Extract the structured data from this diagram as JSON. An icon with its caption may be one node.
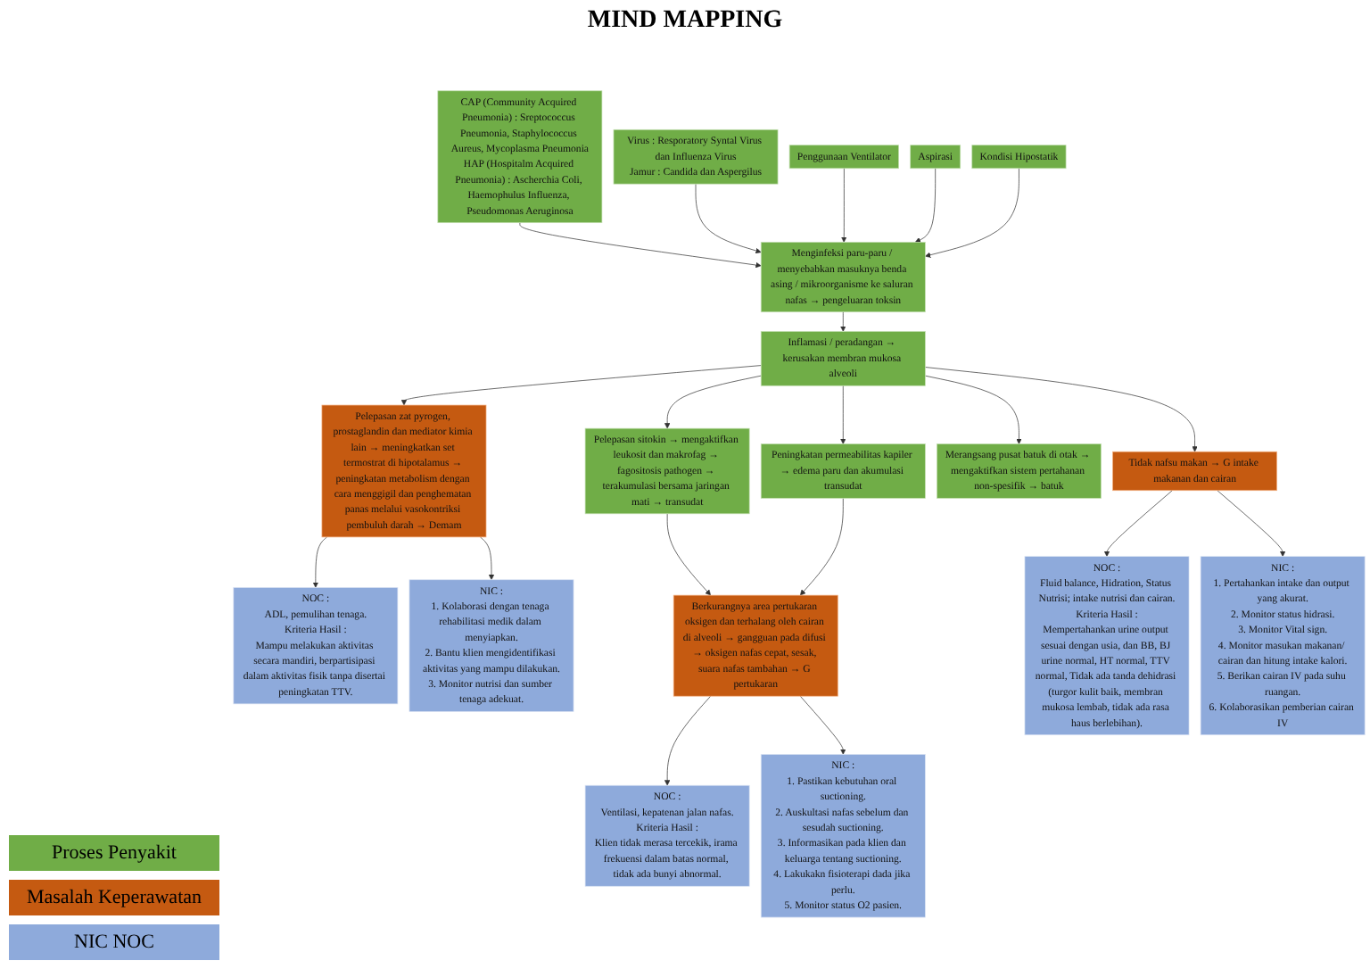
{
  "diagram": {
    "title": "MIND MAPPING",
    "nodes": [
      {
        "text": [
          "CAP (Community Acquired Pneumonia) : Sreptococcus Pneumonia, Staphylococcus Aureus, Mycoplasma Pneumonia",
          "HAP (Hospitalm Acquired Pneumonia) : Ascherchia Coli, Haemophulus Influenza, Pseudomonas Aeruginosa"
        ]
      },
      {
        "text": [
          "Virus : Resporatory Syntal Virus dan Influenza Virus",
          "Jamur : Candida dan Aspergilus"
        ]
      },
      {
        "text": [
          "Penggunaan Ventilator"
        ]
      },
      {
        "text": [
          "Aspirasi"
        ]
      },
      {
        "text": [
          "Kondisi Hipostatik"
        ]
      },
      {
        "text": [
          "Menginfeksi paru-paru / menyebabkan masuknya benda asing / mikroorganisme ke saluran nafas → pengeluaran toksin"
        ]
      },
      {
        "text": [
          "Inflamasi / peradangan → kerusakan membran mukosa alveoli"
        ]
      },
      {
        "text": [
          "NOC :",
          "ADL, pemulihan tenaga.",
          "Kriteria Hasil :",
          "Mampu melakukan aktivitas secara mandiri, berpartisipasi dalam aktivitas fisik tanpa disertai peningkatan TTV."
        ]
      },
      {
        "text": [
          "Pelepasan sitokin → mengaktifkan leukosit dan makrofag → fagositosis pathogen → terakumulasi bersama jaringan mati → transudat"
        ]
      },
      {
        "text": [
          "Peningkatan permeabilitas kapiler → edema paru dan akumulasi transudat"
        ]
      },
      {
        "text": [
          "Pelepasan zat pyrogen, prostaglandin dan mediator kimia lain → meningkatkan set termostrat di hipotalamus → peningkatan metabolism dengan cara menggigil dan penghematan panas melalui vasokontriksi pembuluh darah → Demam"
        ]
      },
      {
        "text": [
          "NIC :",
          "1. Kolaborasi dengan tenaga rehabilitasi medik dalam menyiapkan.",
          "2. Bantu klien mengidentifikasi aktivitas yang mampu dilakukan.",
          "3. Monitor nutrisi dan sumber tenaga adekuat."
        ]
      },
      {
        "text": [
          "Berkurangnya area pertukaran oksigen dan terhalang oleh cairan di alveoli → gangguan pada difusi → oksigen nafas cepat, sesak, suara nafas tambahan → G pertukaran"
        ]
      },
      {
        "text": [
          "Merangsang pusat batuk di otak → mengaktifkan sistem pertahanan non-spesifik → batuk"
        ]
      },
      {
        "text": [
          "Tidak nafsu makan → G intake makanan dan cairan"
        ]
      },
      {
        "text": [
          "NOC :",
          "Ventilasi, kepatenan jalan nafas.",
          "Kriteria Hasil :",
          "Klien tidak merasa tercekik, irama frekuensi dalam batas normal, tidak ada bunyi abnormal."
        ]
      },
      {
        "text": [
          "NIC :",
          "1. Pastikan kebutuhan oral suctioning.",
          "2. Auskultasi nafas sebelum dan sesudah suctioning.",
          "3. Informasikan pada klien dan keluarga tentang suctioning.",
          "4. Lakukakn fisioterapi dada jika perlu.",
          "5. Monitor status O2 pasien."
        ]
      },
      {
        "text": [
          "NOC :",
          "Fluid balance, Hidration, Status Nutrisi; intake nutrisi dan cairan.",
          "Kriteria Hasil :",
          "Mempertahankan urine output sesuai dengan usia, dan BB, BJ urine normal, HT normal, TTV normal, Tidak ada tanda dehidrasi (turgor kulit baik, membran mukosa lembab, tidak ada rasa haus berlebihan)."
        ]
      },
      {
        "text": [
          "NIC :",
          "1. Pertahankan intake dan output yang akurat.",
          "2. Monitor status hidrasi.",
          "3. Monitor Vital sign.",
          "4. Monitor masukan makanan/ cairan dan hitung intake kalori.",
          "5. Berikan cairan IV pada suhu ruangan.",
          "6. Kolaborasikan pemberian cairan IV"
        ]
      }
    ],
    "edges": [
      {
        "from": 0,
        "to": 5,
        "arrow": "to"
      },
      {
        "from": 1,
        "to": 5,
        "arrow": "to"
      },
      {
        "from": 2,
        "to": 5,
        "arrow": "to"
      },
      {
        "from": 3,
        "to": 5,
        "arrow": "to"
      },
      {
        "from": 4,
        "to": 5,
        "arrow": "to"
      },
      {
        "from": 5,
        "to": 6,
        "arrow": "to"
      },
      {
        "from": 6,
        "to": 8,
        "arrow": "to"
      },
      {
        "from": 6,
        "to": 9,
        "arrow": "to"
      },
      {
        "from": 6,
        "to": 10,
        "arrow": "to"
      },
      {
        "from": 6,
        "to": 13,
        "arrow": "to"
      },
      {
        "from": 6,
        "to": 14,
        "arrow": "to"
      },
      {
        "from": 8,
        "to": 12,
        "arrow": "to"
      },
      {
        "from": 9,
        "to": 12,
        "arrow": "to"
      },
      {
        "from": 10,
        "to": 7,
        "arrow": "to"
      },
      {
        "from": 10,
        "to": 11,
        "arrow": "to"
      },
      {
        "from": 12,
        "to": 15,
        "arrow": "to"
      },
      {
        "from": 12,
        "to": 16,
        "arrow": "to"
      },
      {
        "from": 14,
        "to": 17,
        "arrow": "to"
      },
      {
        "from": 14,
        "to": 18,
        "arrow": "to"
      }
    ],
    "legend": [
      {
        "text": "Proses Penyakit",
        "color": "#70ad47"
      },
      {
        "text": "Masalah Keperawatan",
        "color": "#c55a11"
      },
      {
        "text": "NIC NOC",
        "color": "#8eaadb"
      }
    ]
  }
}
